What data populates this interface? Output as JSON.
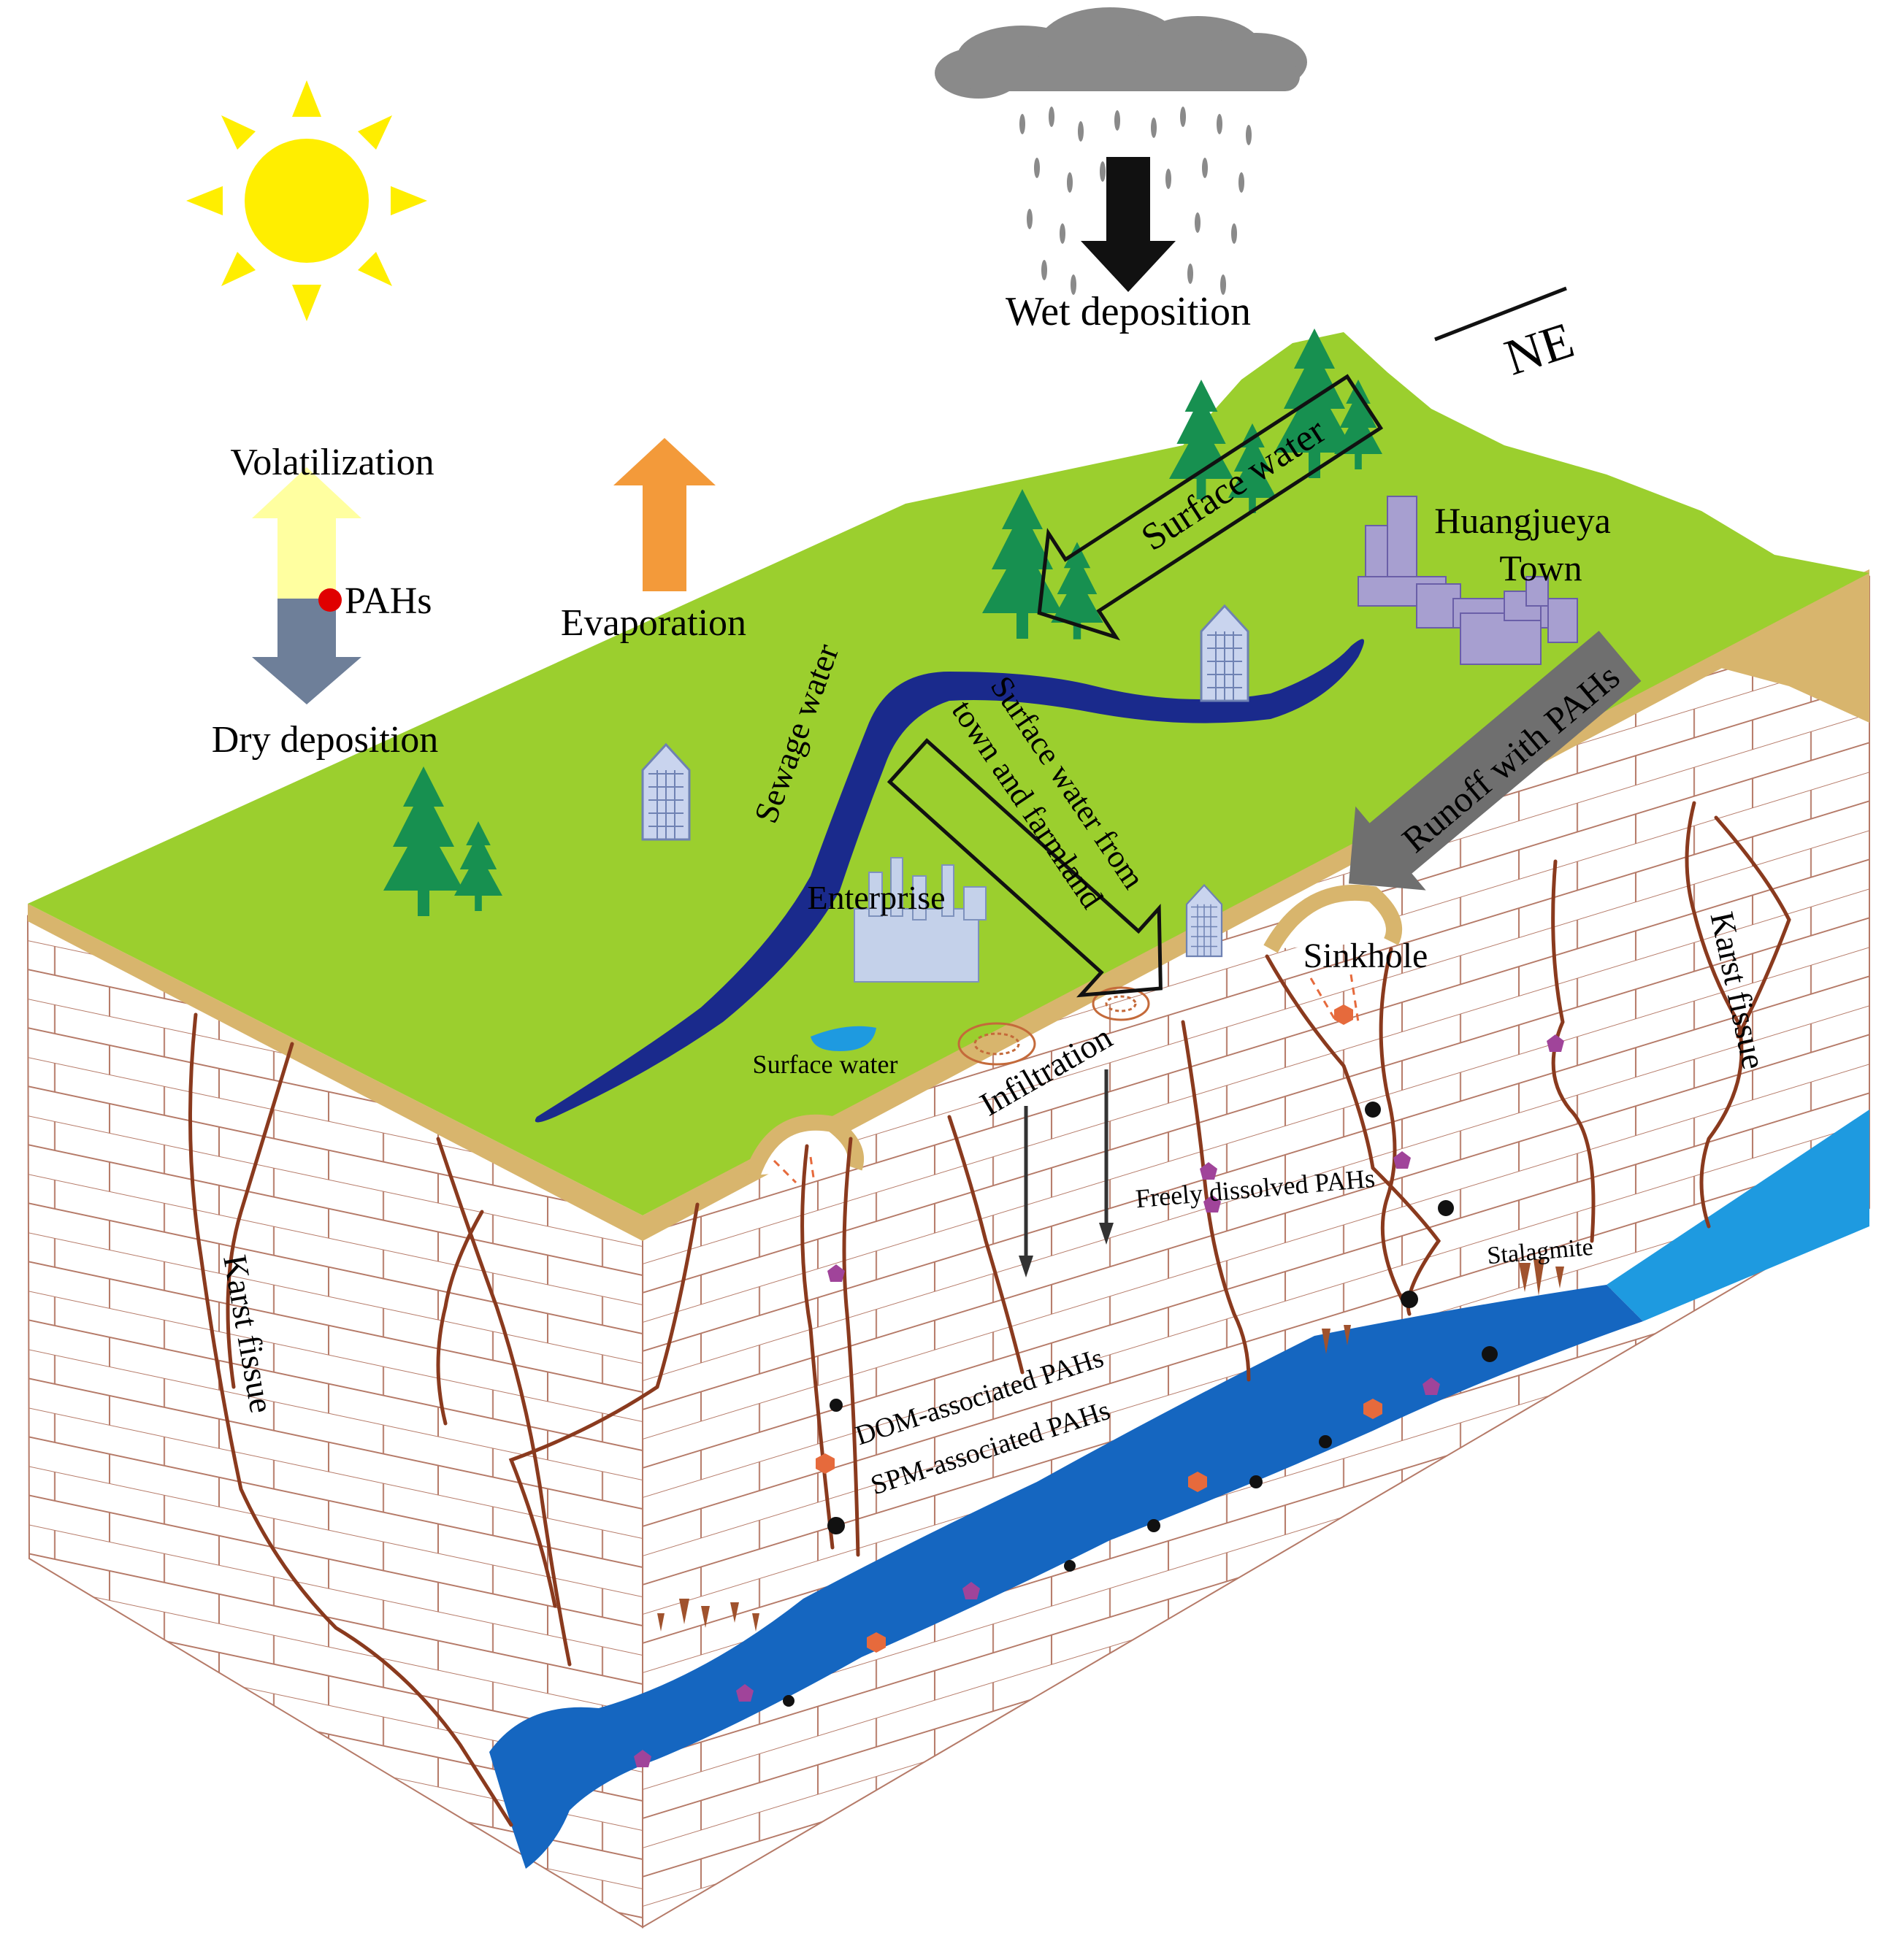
{
  "labels": {
    "wet_deposition": "Wet deposition",
    "ne": "NE",
    "volatilization": "Volatilization",
    "pahs": "PAHs",
    "evaporation": "Evaporation",
    "dry_deposition": "Dry deposition",
    "surface_water_arrow": "Surface water",
    "town": "Huangjueya",
    "town2": "Town",
    "sewage_water": "Sewage water",
    "surface_water_town_1": "Surface water from",
    "surface_water_town_2": "town and farmland",
    "runoff": "Runoff with PAHs",
    "enterprise": "Enterprise",
    "sinkhole": "Sinkhole",
    "karst_fissue_right": "Karst fissue",
    "karst_fissue_left": "Karst fissue",
    "surface_water_pond": "Surface water",
    "infiltration": "Infiltration",
    "freely_dissolved": "Freely dissolved PAHs",
    "stalagmite": "Stalagmite",
    "dom_pahs": "DOM-associated  PAHs",
    "spm_pahs": "SPM-associated  PAHs"
  },
  "colors": {
    "grass": "#9bcf2e",
    "soil": "#d8b56d",
    "rock_line": "#a06a5a",
    "fissure": "#8a3a1e",
    "river_dark": "#1a2a8c",
    "underground_river": "#1566c0",
    "underground_river_light": "#1e9ae0",
    "sun": "#ffee00",
    "cloud": "#8a8a8a",
    "tree": "#179050",
    "building": "#a7b8dc",
    "town": "#9e94c8",
    "arrow_orange": "#f39a3a",
    "arrow_yellow": "#ffffa0",
    "arrow_slate": "#6e7f99",
    "arrow_gray": "#6f6f6f",
    "pah_red": "#e00000",
    "pah_pentagon": "#a0449a",
    "pah_hexagon": "#e66a3c",
    "pah_dot": "#111111"
  },
  "icons": [
    "sun-icon",
    "cloud-icon",
    "rain-icon",
    "tree-icon",
    "building-icon",
    "factory-icon",
    "town-icon"
  ]
}
